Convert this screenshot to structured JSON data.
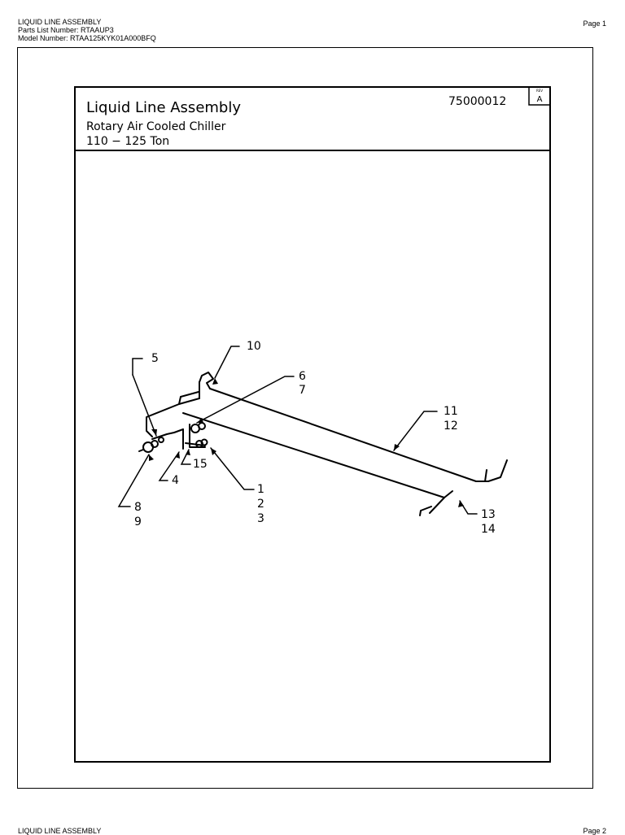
{
  "header": {
    "title": "LIQUID LINE ASSEMBLY",
    "parts_list": "Parts List Number: RTAAUP3",
    "model": "Model Number: RTAA125KYK01A000BFQ",
    "page": "Page 1"
  },
  "title_block": {
    "title": "Liquid Line Assembly",
    "subtitle": "Rotary Air Cooled Chiller",
    "tonnage": "110 − 125 Ton",
    "drawing_number": "75000012",
    "rev_label": "REV",
    "rev_value": "A"
  },
  "callouts": {
    "c1": "1",
    "c2": "2",
    "c3": "3",
    "c4": "4",
    "c5": "5",
    "c6": "6",
    "c7": "7",
    "c8": "8",
    "c9": "9",
    "c10": "10",
    "c11": "11",
    "c12": "12",
    "c13": "13",
    "c14": "14",
    "c15": "15"
  },
  "next_page": {
    "title": "LIQUID LINE ASSEMBLY",
    "page": "Page 2"
  }
}
